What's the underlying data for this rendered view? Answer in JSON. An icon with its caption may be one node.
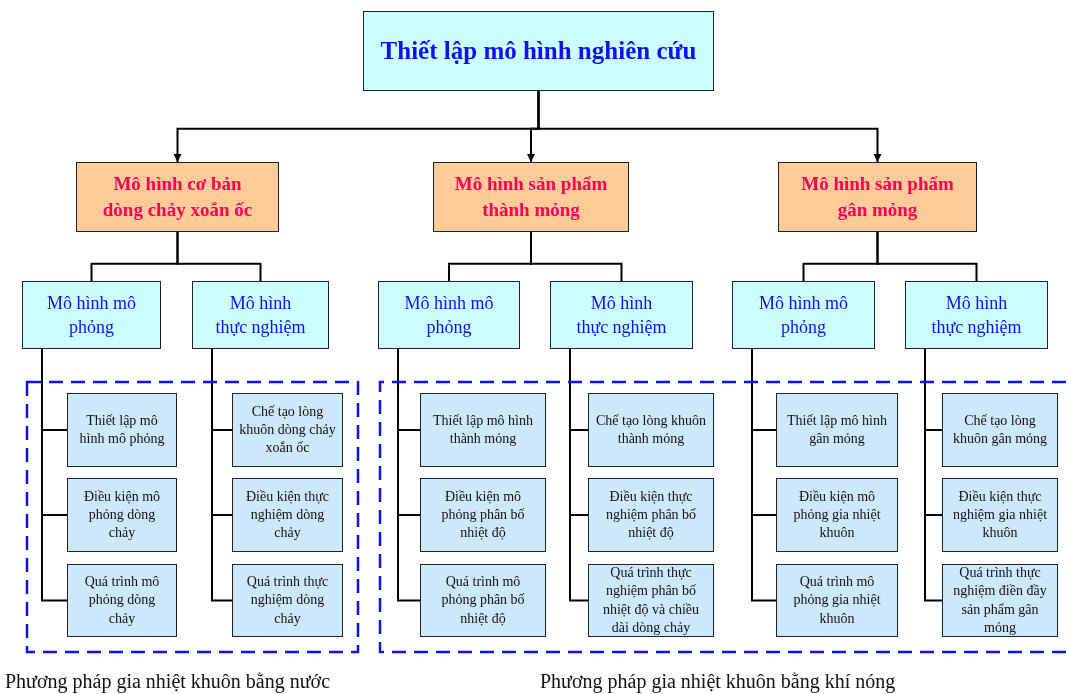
{
  "diagram": {
    "nodes": [
      {
        "text": [
          "Thiết lập mô hình nghiên cứu"
        ]
      },
      {
        "text": [
          "Mô hình cơ bản dòng chảy xoắn ốc"
        ]
      },
      {
        "text": [
          "Mô hình sản phẩm thành mỏng"
        ]
      },
      {
        "text": [
          "Mô hình sản phẩm gân mỏng"
        ]
      },
      {
        "text": [
          "Mô hình mô phỏng"
        ]
      },
      {
        "text": [
          "Mô hình thực nghiệm"
        ]
      },
      {
        "text": [
          "Mô hình mô phỏng"
        ]
      },
      {
        "text": [
          "Mô hình thực nghiệm"
        ]
      },
      {
        "text": [
          "Mô hình mô phỏng"
        ]
      },
      {
        "text": [
          "Mô hình thực nghiệm"
        ]
      },
      {
        "text": [
          "Phương pháp gia nhiệt khuôn bằng nước"
        ]
      },
      {
        "text": [
          "Phương pháp gia nhiệt khuôn bằng khí nóng"
        ]
      },
      {
        "text": [
          "Thiết lập mô hình mô phỏng"
        ],
        "in": 10
      },
      {
        "text": [
          "Điều kiện mô phỏng dòng chảy"
        ],
        "in": 10
      },
      {
        "text": [
          "Quá trình mô phỏng dòng chảy"
        ],
        "in": 10
      },
      {
        "text": [
          "Chế tạo lòng khuôn dòng chảy xoắn ốc"
        ],
        "in": 10
      },
      {
        "text": [
          "Điều kiện thực nghiệm dòng chảy"
        ],
        "in": 10
      },
      {
        "text": [
          "Quá trình thực nghiệm dòng chảy"
        ],
        "in": 10
      },
      {
        "text": [
          "Thiết lập mô hình thành mỏng"
        ],
        "in": 11
      },
      {
        "text": [
          "Điều kiện mô phỏng phân bố nhiệt độ"
        ],
        "in": 11
      },
      {
        "text": [
          "Quá trình mô phỏng phân bố nhiệt độ"
        ],
        "in": 11
      },
      {
        "text": [
          "Chế tạo lòng khuôn thành mỏng"
        ],
        "in": 11
      },
      {
        "text": [
          "Điều kiện thực nghiệm phân bố nhiệt độ"
        ],
        "in": 11
      },
      {
        "text": [
          "Quá trình thực nghiệm phân bố nhiệt độ và chiều dài dòng chảy"
        ],
        "in": 11
      },
      {
        "text": [
          "Thiết lập mô hình gân mỏng"
        ],
        "in": 11
      },
      {
        "text": [
          "Điều kiện mô phỏng gia nhiệt khuôn"
        ],
        "in": 11
      },
      {
        "text": [
          "Quá trình mô phỏng gia nhiệt khuôn"
        ],
        "in": 11
      },
      {
        "text": [
          "Chế tạo lòng khuôn gân mỏng"
        ],
        "in": 11
      },
      {
        "text": [
          "Điều kiện thực nghiệm gia nhiệt khuôn"
        ],
        "in": 11
      },
      {
        "text": [
          "Quá trình thực nghiệm điền đầy sản phẩm gân mỏng"
        ],
        "in": 11
      }
    ],
    "edges": [
      {
        "from": 0,
        "to": 1,
        "arrow": "to"
      },
      {
        "from": 0,
        "to": 2,
        "arrow": "to"
      },
      {
        "from": 0,
        "to": 3,
        "arrow": "to"
      },
      {
        "from": 1,
        "to": 4,
        "arrow": "none"
      },
      {
        "from": 1,
        "to": 5,
        "arrow": "none"
      },
      {
        "from": 2,
        "to": 6,
        "arrow": "none"
      },
      {
        "from": 2,
        "to": 7,
        "arrow": "none"
      },
      {
        "from": 3,
        "to": 8,
        "arrow": "none"
      },
      {
        "from": 3,
        "to": 9,
        "arrow": "none"
      },
      {
        "from": 4,
        "to": 12,
        "arrow": "none"
      },
      {
        "from": 4,
        "to": 13,
        "arrow": "none"
      },
      {
        "from": 4,
        "to": 14,
        "arrow": "none"
      },
      {
        "from": 5,
        "to": 15,
        "arrow": "none"
      },
      {
        "from": 5,
        "to": 16,
        "arrow": "none"
      },
      {
        "from": 5,
        "to": 17,
        "arrow": "none"
      },
      {
        "from": 6,
        "to": 18,
        "arrow": "none"
      },
      {
        "from": 6,
        "to": 19,
        "arrow": "none"
      },
      {
        "from": 6,
        "to": 20,
        "arrow": "none"
      },
      {
        "from": 7,
        "to": 21,
        "arrow": "none"
      },
      {
        "from": 7,
        "to": 22,
        "arrow": "none"
      },
      {
        "from": 7,
        "to": 23,
        "arrow": "none"
      },
      {
        "from": 8,
        "to": 24,
        "arrow": "none"
      },
      {
        "from": 8,
        "to": 25,
        "arrow": "none"
      },
      {
        "from": 8,
        "to": 26,
        "arrow": "none"
      },
      {
        "from": 9,
        "to": 27,
        "arrow": "none"
      },
      {
        "from": 9,
        "to": 28,
        "arrow": "none"
      },
      {
        "from": 9,
        "to": 29,
        "arrow": "none"
      }
    ]
  }
}
